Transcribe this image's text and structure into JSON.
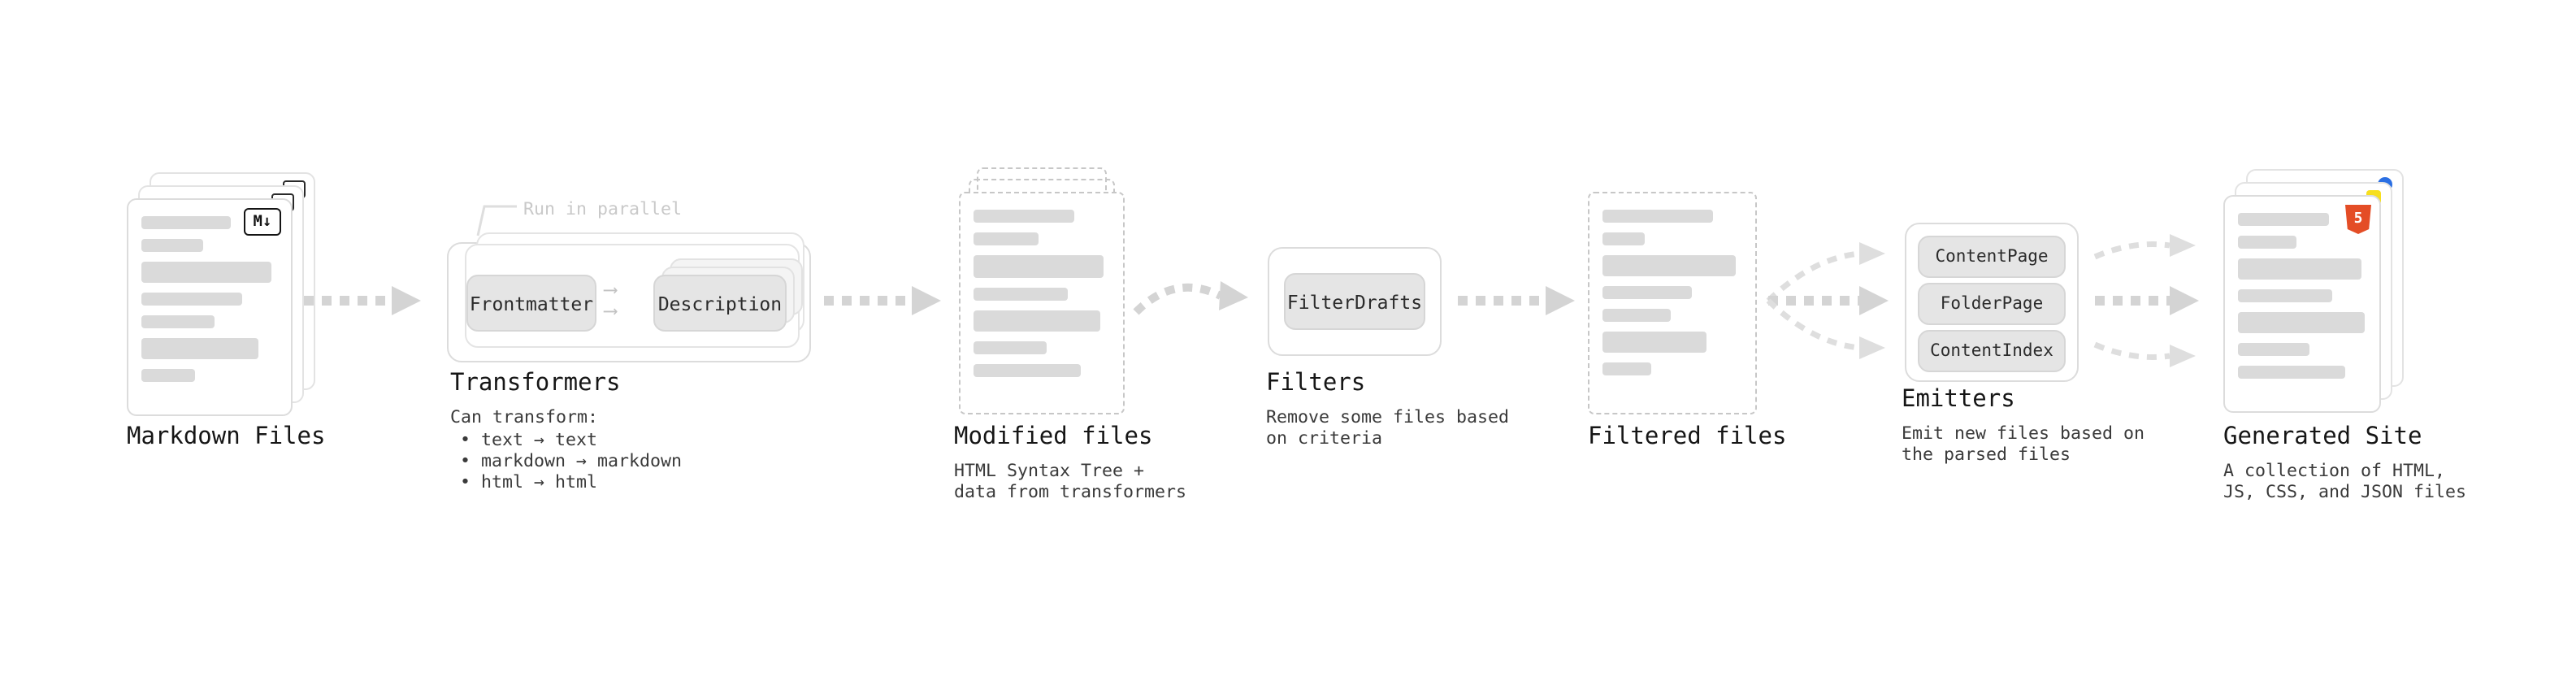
{
  "colors": {
    "arrow": "#d4d4d4",
    "card_border": "#dcdcdc",
    "placeholder_line": "#dadada",
    "node_bg": "#e5e5e5",
    "html5_orange": "#e44d26",
    "js_yellow": "#f7df1e",
    "css_blue": "#2b6fe3"
  },
  "icons": {
    "markdown": "M↓",
    "html5": "5",
    "transform_arrow": "⟶"
  },
  "stages": {
    "markdown_files": {
      "label": "Markdown Files"
    },
    "transformers": {
      "label": "Transformers",
      "note": "Run in parallel",
      "nodes": [
        "Frontmatter",
        "Description"
      ],
      "desc_title": "Can transform:",
      "bullets": [
        "• text → text",
        "• markdown → markdown",
        "• html → html"
      ]
    },
    "modified_files": {
      "label": "Modified files",
      "desc_line1": "HTML Syntax Tree +",
      "desc_line2": "data from transformers"
    },
    "filters": {
      "label": "Filters",
      "node": "FilterDrafts",
      "desc_line1": "Remove some files based",
      "desc_line2": "on criteria"
    },
    "filtered_files": {
      "label": "Filtered files"
    },
    "emitters": {
      "label": "Emitters",
      "nodes": [
        "ContentPage",
        "FolderPage",
        "ContentIndex"
      ],
      "desc_line1": "Emit new files based on",
      "desc_line2": "the parsed files"
    },
    "generated_site": {
      "label": "Generated Site",
      "desc_line1": "A collection of HTML,",
      "desc_line2": "JS, CSS, and JSON files"
    }
  }
}
